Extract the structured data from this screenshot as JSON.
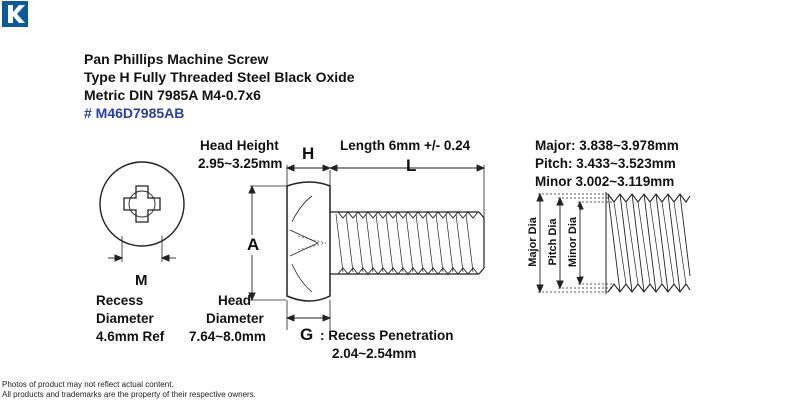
{
  "brand": {
    "logo": "K-logo"
  },
  "title": {
    "line1": "Pan Phillips Machine Screw",
    "line2": "Type H Fully Threaded Steel Black Oxide",
    "line3": "Metric DIN 7985A M4-0.7x6",
    "part_number": "# M46D7985AB",
    "part_color": "#2a3f9e"
  },
  "head_view": {
    "m_letter": "M",
    "recess": [
      "Recess",
      "Diameter",
      "4.6mm Ref"
    ]
  },
  "side_view": {
    "head_height_label": "Head Height",
    "head_height_value": "2.95~3.25mm",
    "h_letter": "H",
    "length_label": "Length 6mm +/- 0.24",
    "l_letter": "L",
    "a_letter": "A",
    "head_diameter": [
      "Head",
      "Diameter",
      "7.64~8.0mm"
    ],
    "g_letter": "G",
    "recess_penetration_label": ": Recess Penetration",
    "recess_penetration_value": "2.04~2.54mm"
  },
  "thread_view": {
    "major": "Major: 3.838~3.978mm",
    "pitch": "Pitch:  3.433~3.523mm",
    "minor": "Minor  3.002~3.119mm",
    "major_dia": "Major Dia",
    "pitch_dia": "Pitch Dia",
    "minor_dia": "Minor Dia"
  },
  "footer": {
    "line1": "Photos of product may not reflect actual content.",
    "line2": "All products and trademarks are the property of their respective owners."
  }
}
